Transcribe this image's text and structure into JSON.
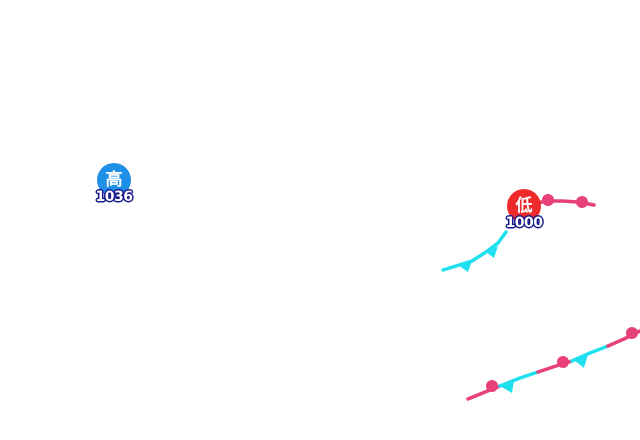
{
  "pressure_centers": {
    "high": {
      "symbol": "高",
      "value": "1036",
      "color": "#1e90e8"
    },
    "low": {
      "symbol": "低",
      "value": "1000",
      "color": "#ee2a2a"
    }
  },
  "front_colors": {
    "warm": "#e8407a",
    "cold": "#1ee0ee"
  }
}
